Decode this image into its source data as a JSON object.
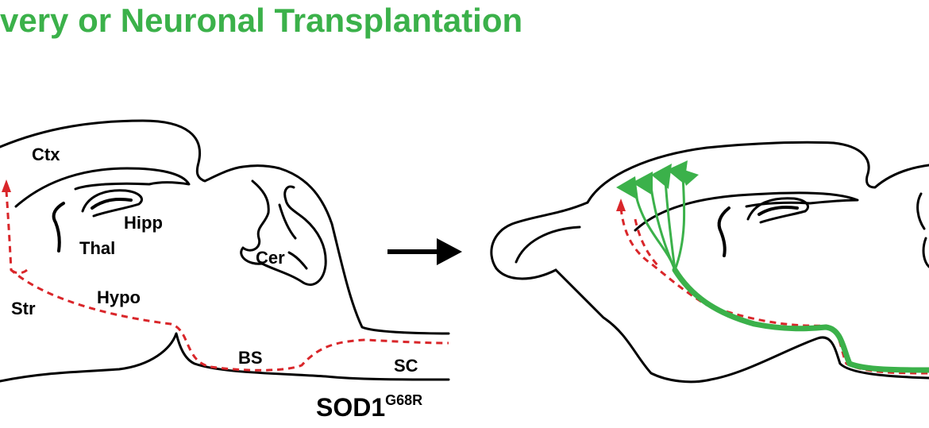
{
  "title": "very or Neuronal Transplantation",
  "colors": {
    "title": "#3bb14a",
    "outline": "#000000",
    "tract": "#d9262a",
    "neuron": "#3bb14a",
    "arrow": "#000000"
  },
  "left_brain": {
    "labels": {
      "ctx": "Ctx",
      "hipp": "Hipp",
      "thal": "Thal",
      "cer": "Cer",
      "hypo": "Hypo",
      "str": "Str",
      "bs": "BS",
      "sc": "SC"
    },
    "strain": "SOD1",
    "strain_superscript": "G68R"
  },
  "transition_arrow": "right-arrow"
}
